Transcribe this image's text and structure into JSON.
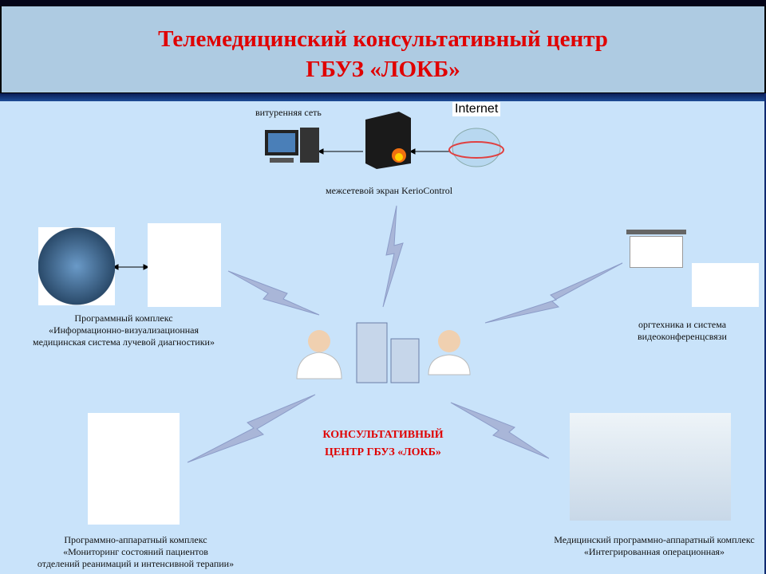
{
  "title": {
    "line1": "Телемедицинский консультативный центр",
    "line2": "ГБУЗ «ЛОКБ»"
  },
  "network": {
    "internal_label": "витуренняя сеть",
    "internet_label": "Internet",
    "firewall_label": "межсетевой экран KerioControl"
  },
  "center": {
    "line1": "КОНСУЛЬТАТИВНЫЙ",
    "line2": "ЦЕНТР ГБУЗ «ЛОКБ»"
  },
  "nodes": {
    "radiology": [
      "Программный комплекс",
      "«Информационно-визуализационная",
      "медицинская система лучевой диагностики»"
    ],
    "video": [
      "оргтехника и система",
      "видеоконференцсвязи"
    ],
    "monitoring": [
      "Программно-аппаратный комплекс",
      "«Мониторинг  состояний пациентов",
      "отделений реанимаций и интенсивной терапии»"
    ],
    "operating": [
      "Медицинский  программно-аппаратный комплекс",
      "«Интегрированная операционная»"
    ]
  },
  "colors": {
    "title": "#e00000",
    "background": "#c9e3fa",
    "bolt": "#a9b6d8"
  }
}
